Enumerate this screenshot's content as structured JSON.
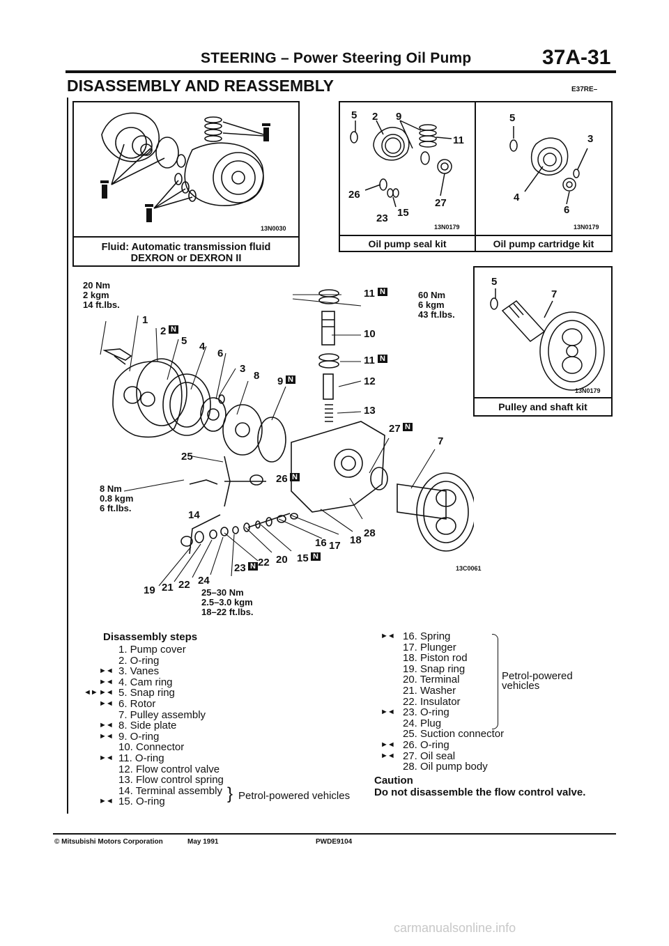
{
  "header": {
    "title": "STEERING – Power Steering Oil Pump",
    "page_number": "37A-31"
  },
  "section": {
    "title": "DISASSEMBLY AND REASSEMBLY",
    "code": "E37RE–"
  },
  "fluid_box": {
    "code": "13N0030",
    "caption_line1": "Fluid:  Automatic transmission fluid",
    "caption_line2": "DEXRON or DEXRON II"
  },
  "seal_kit": {
    "caption": "Oil pump seal kit",
    "code": "13N0179",
    "labels": {
      "l5": "5",
      "l2": "2",
      "l9": "9",
      "l11": "11",
      "l26": "26",
      "l23": "23",
      "l15": "15",
      "l27": "27"
    }
  },
  "cartridge_kit": {
    "caption": "Oil pump cartridge kit",
    "code": "13N0179",
    "labels": {
      "l5": "5",
      "l3": "3",
      "l4": "4",
      "l6": "6"
    }
  },
  "pulley_kit": {
    "caption": "Pulley and shaft kit",
    "code": "13N0179",
    "labels": {
      "l5": "5",
      "l7": "7"
    }
  },
  "main_diagram": {
    "code": "13C0061",
    "torque_top_left": {
      "l1": "20 Nm",
      "l2": "2 kgm",
      "l3": "14 ft.lbs."
    },
    "torque_top_right": {
      "l1": "60 Nm",
      "l2": "6 kgm",
      "l3": "43 ft.lbs."
    },
    "torque_left": {
      "l1": "8 Nm",
      "l2": "0.8 kgm",
      "l3": "6 ft.lbs."
    },
    "torque_bottom": {
      "l1": "25–30 Nm",
      "l2": "2.5–3.0 kgm",
      "l3": "18–22 ft.lbs."
    },
    "labels": {
      "n1": "1",
      "n2": "2",
      "n5": "5",
      "n4": "4",
      "n6": "6",
      "n3": "3",
      "n8": "8",
      "n9": "9",
      "n11a": "11",
      "n10": "10",
      "n11b": "11",
      "n12": "12",
      "n13": "13",
      "n27": "27",
      "n7": "7",
      "n25": "25",
      "n26": "26",
      "n14": "14",
      "n28": "28",
      "n18": "18",
      "n17": "17",
      "n16": "16",
      "n20": "20",
      "n15": "15",
      "n22a": "22",
      "n23": "23",
      "n19": "19",
      "n21": "21",
      "n22b": "22",
      "n24": "24"
    },
    "new_part_mark": "N"
  },
  "steps": {
    "title": "Disassembly steps",
    "left": [
      {
        "text": "1. Pump cover",
        "marker": ""
      },
      {
        "text": "2. O-ring",
        "marker": ""
      },
      {
        "text": "3. Vanes",
        "marker": "►◄"
      },
      {
        "text": "4. Cam ring",
        "marker": "►◄"
      },
      {
        "text": "5. Snap ring",
        "marker": "►◄",
        "pre_marker": "◄►"
      },
      {
        "text": "6. Rotor",
        "marker": "►◄"
      },
      {
        "text": "7. Pulley assembly",
        "marker": ""
      },
      {
        "text": "8. Side plate",
        "marker": "►◄"
      },
      {
        "text": "9. O-ring",
        "marker": "►◄"
      },
      {
        "text": "10. Connector",
        "marker": ""
      },
      {
        "text": "11. O-ring",
        "marker": "►◄"
      },
      {
        "text": "12. Flow control valve",
        "marker": ""
      },
      {
        "text": "13. Flow control spring",
        "marker": ""
      },
      {
        "text": "14. Terminal assembly",
        "marker": ""
      },
      {
        "text": "15. O-ring",
        "marker": "►◄"
      }
    ],
    "left_group_note": "Petrol-powered vehicles",
    "right": [
      {
        "text": "16. Spring",
        "marker": "►◄"
      },
      {
        "text": "17. Plunger",
        "marker": ""
      },
      {
        "text": "18. Piston rod",
        "marker": ""
      },
      {
        "text": "19. Snap ring",
        "marker": ""
      },
      {
        "text": "20. Terminal",
        "marker": ""
      },
      {
        "text": "21. Washer",
        "marker": ""
      },
      {
        "text": "22. Insulator",
        "marker": ""
      },
      {
        "text": "23. O-ring",
        "marker": "►◄"
      },
      {
        "text": "24. Plug",
        "marker": ""
      },
      {
        "text": "25. Suction connector",
        "marker": ""
      },
      {
        "text": "26. O-ring",
        "marker": "►◄"
      },
      {
        "text": "27. Oil seal",
        "marker": "►◄"
      },
      {
        "text": "28. Oil pump body",
        "marker": ""
      }
    ],
    "right_group_note_line1": "Petrol-powered",
    "right_group_note_line2": "vehicles",
    "caution_title": "Caution",
    "caution_text": "Do not disassemble the flow control valve."
  },
  "footer": {
    "copyright": "© Mitsubishi Motors Corporation",
    "date": "May 1991",
    "code": "PWDE9104"
  },
  "watermark": "carmanualsonline.info"
}
